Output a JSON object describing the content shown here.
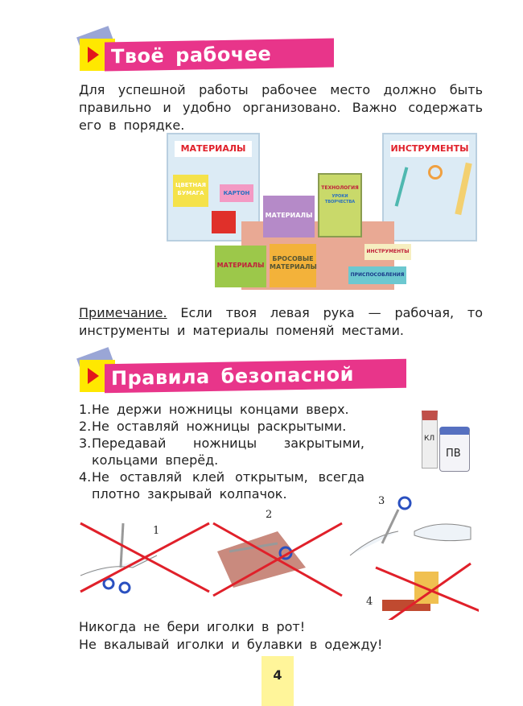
{
  "section1": {
    "title": "Твоё рабочее место",
    "paragraph": "Для успешной работы рабочее место должно быть правильно и удобно организовано. Важно содержать его в порядке.",
    "illustration": {
      "poster_left": "МАТЕРИАЛЫ",
      "poster_right": "ИНСТРУМЕНТЫ",
      "book_title": "ТЕХНОЛОГИЯ",
      "book_subtitle": "УРОКИ ТВОРЧЕСТВА",
      "folder1": "МАТЕРИАЛЫ",
      "folder2": "БРОСОВЫЕ МАТЕРИАЛЫ",
      "folder3": "МАТЕРИАЛЫ",
      "box1": "ИНСТРУМЕНТЫ",
      "box2": "ПРИСПОСОБЛЕНИЯ",
      "paper1": "ЦВЕТНАЯ БУМАГА",
      "paper2": "КАРТОН"
    },
    "note_label": "Примечание.",
    "note_text": " Если твоя левая рука — рабочая, то инструменты и материалы поменяй местами."
  },
  "section2": {
    "title": "Правила безопасной работы",
    "rules": [
      {
        "n": "1.",
        "text": "Не держи ножницы концами вверх."
      },
      {
        "n": "2.",
        "text": "Не оставляй ножницы раскрытыми."
      },
      {
        "n": "3.",
        "text": "Передавай ножницы закрытыми, кольцами вперёд."
      },
      {
        "n": "4.",
        "text": "Не оставляй клей открытым, всегда плотно закрывай колпачок."
      }
    ],
    "glue_labels": [
      "КЛ",
      "ПВ"
    ],
    "figure_numbers": [
      "1",
      "2",
      "3",
      "4"
    ],
    "warning1": "Никогда не бери иголки в рот!",
    "warning2": "Не вкалывай иголки и булавки в одежду!"
  },
  "page_number": "4",
  "colors": {
    "header_bar": "#e8358a",
    "accent_yellow": "#ffe800",
    "cross": "#e0202a"
  }
}
